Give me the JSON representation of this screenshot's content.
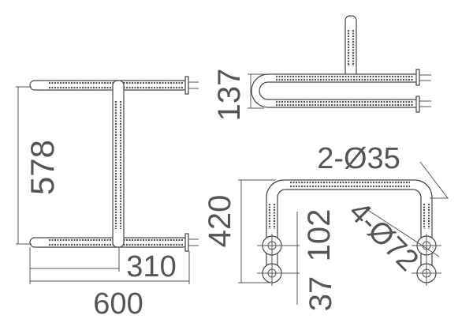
{
  "labels": {
    "dim_578": "578",
    "dim_310": "310",
    "dim_600": "600",
    "dim_137": "137",
    "dim_420": "420",
    "dim_102": "102",
    "dim_37": "37",
    "hole_35": "2-Ø35",
    "hole_72": "4-Ø72"
  },
  "colors": {
    "line": "#444444",
    "text": "#555555"
  }
}
